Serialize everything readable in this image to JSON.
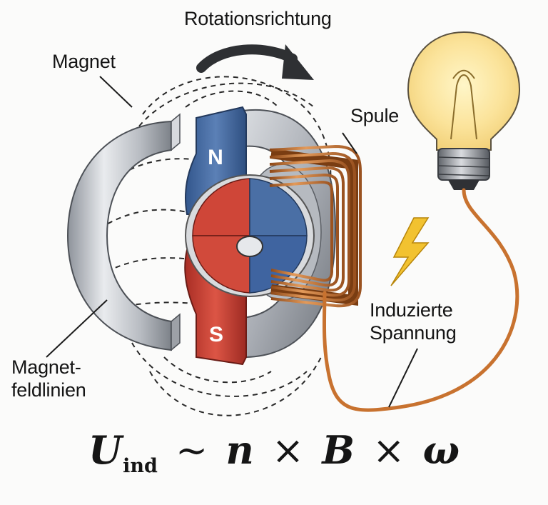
{
  "labels": {
    "rotation": "Rotationsrichtung",
    "magnet": "Magnet",
    "spule": "Spule",
    "induziert_line1": "Induzierte",
    "induziert_line2": "Spannung",
    "feld_line1": "Magnet-",
    "feld_line2": "feldlinien",
    "north": "N",
    "south": "S"
  },
  "formula": {
    "U": "U",
    "sub": "ind",
    "sim": "∼",
    "n": "n",
    "times1": "×",
    "B": "B",
    "times2": "×",
    "omega": "ω"
  },
  "colors": {
    "north_blue": "#4a6fa5",
    "south_red": "#cf4638",
    "copper": "#c8722f",
    "steel": "#c9ccd1",
    "bolt": "#f2c230"
  },
  "icons": [
    "lightbulb-icon",
    "lightning-bolt-icon",
    "rotation-arrow-icon"
  ]
}
